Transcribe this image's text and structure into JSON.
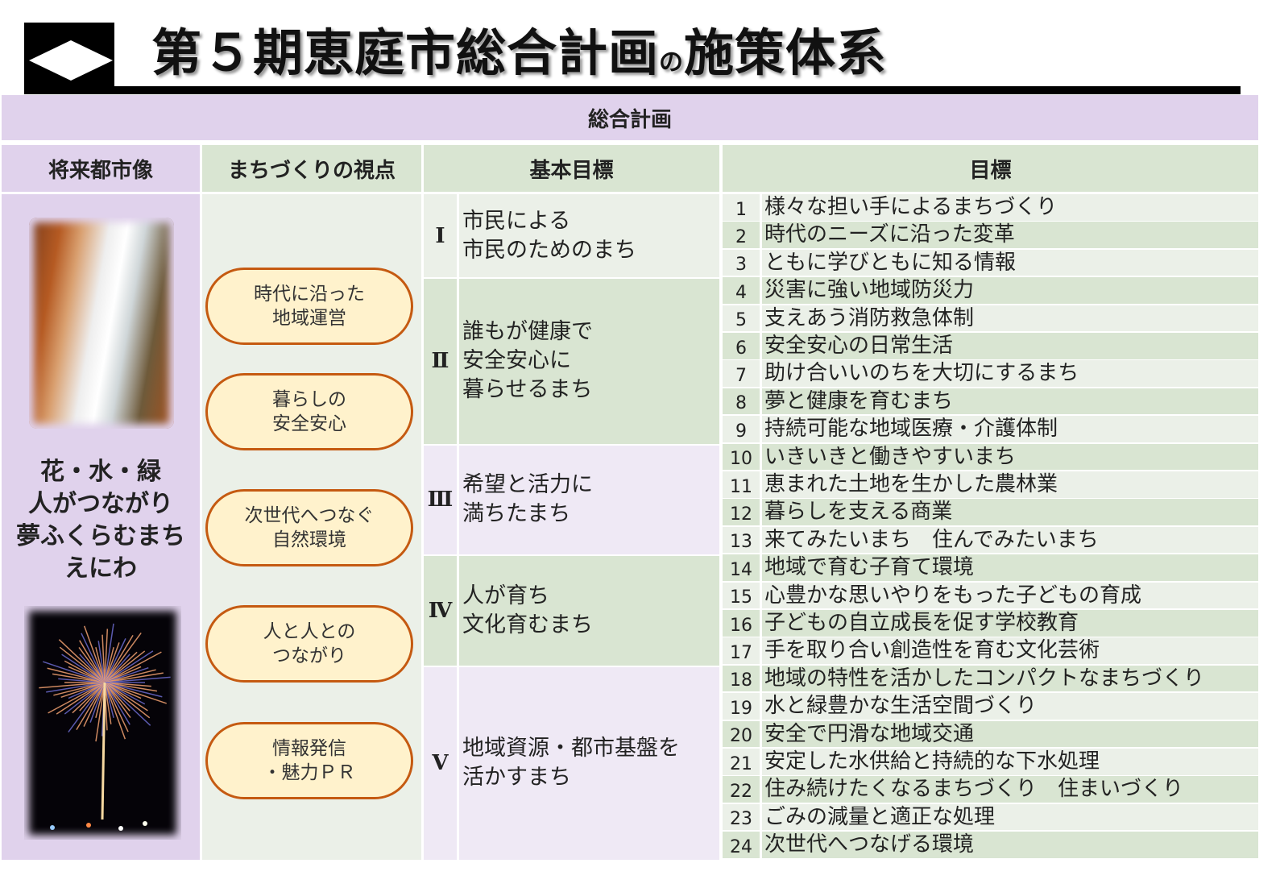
{
  "title": {
    "part1": "第５期恵庭市総合計画",
    "connector": "の",
    "part2": "施策体系"
  },
  "banner": "総合計画",
  "headers": {
    "vision": "将来都市像",
    "viewpoint": "まちづくりの視点",
    "basic_goal": "基本目標",
    "goal": "目標"
  },
  "vision": {
    "lines": [
      "花・水・緑",
      "人がつながり",
      "夢ふくらむまち",
      "えにわ"
    ]
  },
  "viewpoints": [
    {
      "line1": "時代に沿った",
      "line2": "地域運営"
    },
    {
      "line1": "暮らしの",
      "line2": "安全安心"
    },
    {
      "line1": "次世代へつなぐ",
      "line2": "自然環境"
    },
    {
      "line1": "人と人との",
      "line2": "つながり"
    },
    {
      "line1": "情報発信",
      "line2": "・魅力ＰＲ"
    }
  ],
  "basic_goals": [
    {
      "numeral": "Ⅰ",
      "lines": [
        "市民による",
        "市民のためのまち"
      ]
    },
    {
      "numeral": "Ⅱ",
      "lines": [
        "誰もが健康で",
        "安全安心に",
        "暮らせるまち"
      ]
    },
    {
      "numeral": "Ⅲ",
      "lines": [
        "希望と活力に",
        "満ちたまち"
      ]
    },
    {
      "numeral": "Ⅳ",
      "lines": [
        "人が育ち",
        "文化育むまち"
      ]
    },
    {
      "numeral": "Ⅴ",
      "lines": [
        "地域資源・都市基盤を",
        "活かすまち"
      ]
    }
  ],
  "goals": [
    {
      "num": "1",
      "text": "様々な担い手によるまちづくり"
    },
    {
      "num": "2",
      "text": "時代のニーズに沿った変革"
    },
    {
      "num": "3",
      "text": "ともに学びともに知る情報"
    },
    {
      "num": "4",
      "text": "災害に強い地域防災力"
    },
    {
      "num": "5",
      "text": "支えあう消防救急体制"
    },
    {
      "num": "6",
      "text": "安全安心の日常生活"
    },
    {
      "num": "7",
      "text": "助け合いいのちを大切にするまち"
    },
    {
      "num": "8",
      "text": "夢と健康を育むまち"
    },
    {
      "num": "9",
      "text": "持続可能な地域医療・介護体制"
    },
    {
      "num": "10",
      "text": "いきいきと働きやすいまち"
    },
    {
      "num": "11",
      "text": "恵まれた土地を生かした農林業"
    },
    {
      "num": "12",
      "text": "暮らしを支える商業"
    },
    {
      "num": "13",
      "text": "来てみたいまち　住んでみたいまち"
    },
    {
      "num": "14",
      "text": "地域で育む子育て環境"
    },
    {
      "num": "15",
      "text": "心豊かな思いやりをもった子どもの育成"
    },
    {
      "num": "16",
      "text": "子どもの自立成長を促す学校教育"
    },
    {
      "num": "17",
      "text": "手を取り合い創造性を育む文化芸術"
    },
    {
      "num": "18",
      "text": "地域の特性を活かしたコンパクトなまちづくり"
    },
    {
      "num": "19",
      "text": "水と緑豊かな生活空間づくり"
    },
    {
      "num": "20",
      "text": "安全で円滑な地域交通"
    },
    {
      "num": "21",
      "text": "安定した水供給と持続的な下水処理"
    },
    {
      "num": "22",
      "text": "住み続けたくなるまちづくり　住まいづくり"
    },
    {
      "num": "23",
      "text": "ごみの減量と適正な処理"
    },
    {
      "num": "24",
      "text": "次世代へつなげる環境"
    }
  ]
}
